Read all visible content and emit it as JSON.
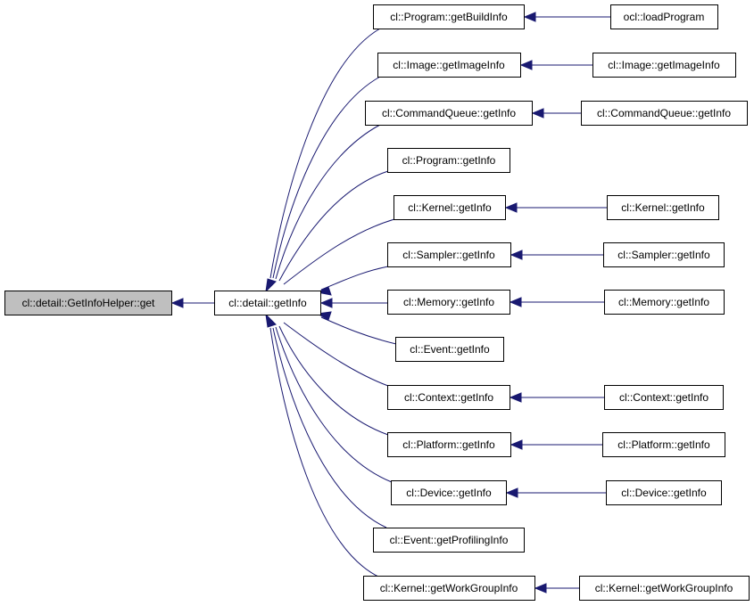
{
  "colors": {
    "edge": "#191970",
    "root_fill": "#bfbfbf",
    "node_fill": "#ffffff",
    "node_stroke": "#000000"
  },
  "nodes": {
    "root": "cl::detail::GetInfoHelper::get",
    "getinfo": "cl::detail::getInfo",
    "prog_buildinfo": "cl::Program::getBuildInfo",
    "image_getimageinfo": "cl::Image::getImageInfo",
    "cq_getinfo": "cl::CommandQueue::getInfo",
    "prog_getinfo": "cl::Program::getInfo",
    "kernel_getinfo": "cl::Kernel::getInfo",
    "sampler_getinfo": "cl::Sampler::getInfo",
    "memory_getinfo": "cl::Memory::getInfo",
    "event_getinfo": "cl::Event::getInfo",
    "context_getinfo": "cl::Context::getInfo",
    "platform_getinfo": "cl::Platform::getInfo",
    "device_getinfo": "cl::Device::getInfo",
    "event_getprofilinginfo": "cl::Event::getProfilingInfo",
    "kernel_getworkgroupinfo": "cl::Kernel::getWorkGroupInfo",
    "ocl_loadprogram": "ocl::loadProgram",
    "image_getimageinfo_caller": "cl::Image::getImageInfo",
    "cq_getinfo_caller": "cl::CommandQueue::getInfo",
    "kernel_getinfo_caller": "cl::Kernel::getInfo",
    "sampler_getinfo_caller": "cl::Sampler::getInfo",
    "memory_getinfo_caller": "cl::Memory::getInfo",
    "context_getinfo_caller": "cl::Context::getInfo",
    "platform_getinfo_caller": "cl::Platform::getInfo",
    "device_getinfo_caller": "cl::Device::getInfo",
    "kernel_getworkgroupinfo_caller": "cl::Kernel::getWorkGroupInfo"
  }
}
